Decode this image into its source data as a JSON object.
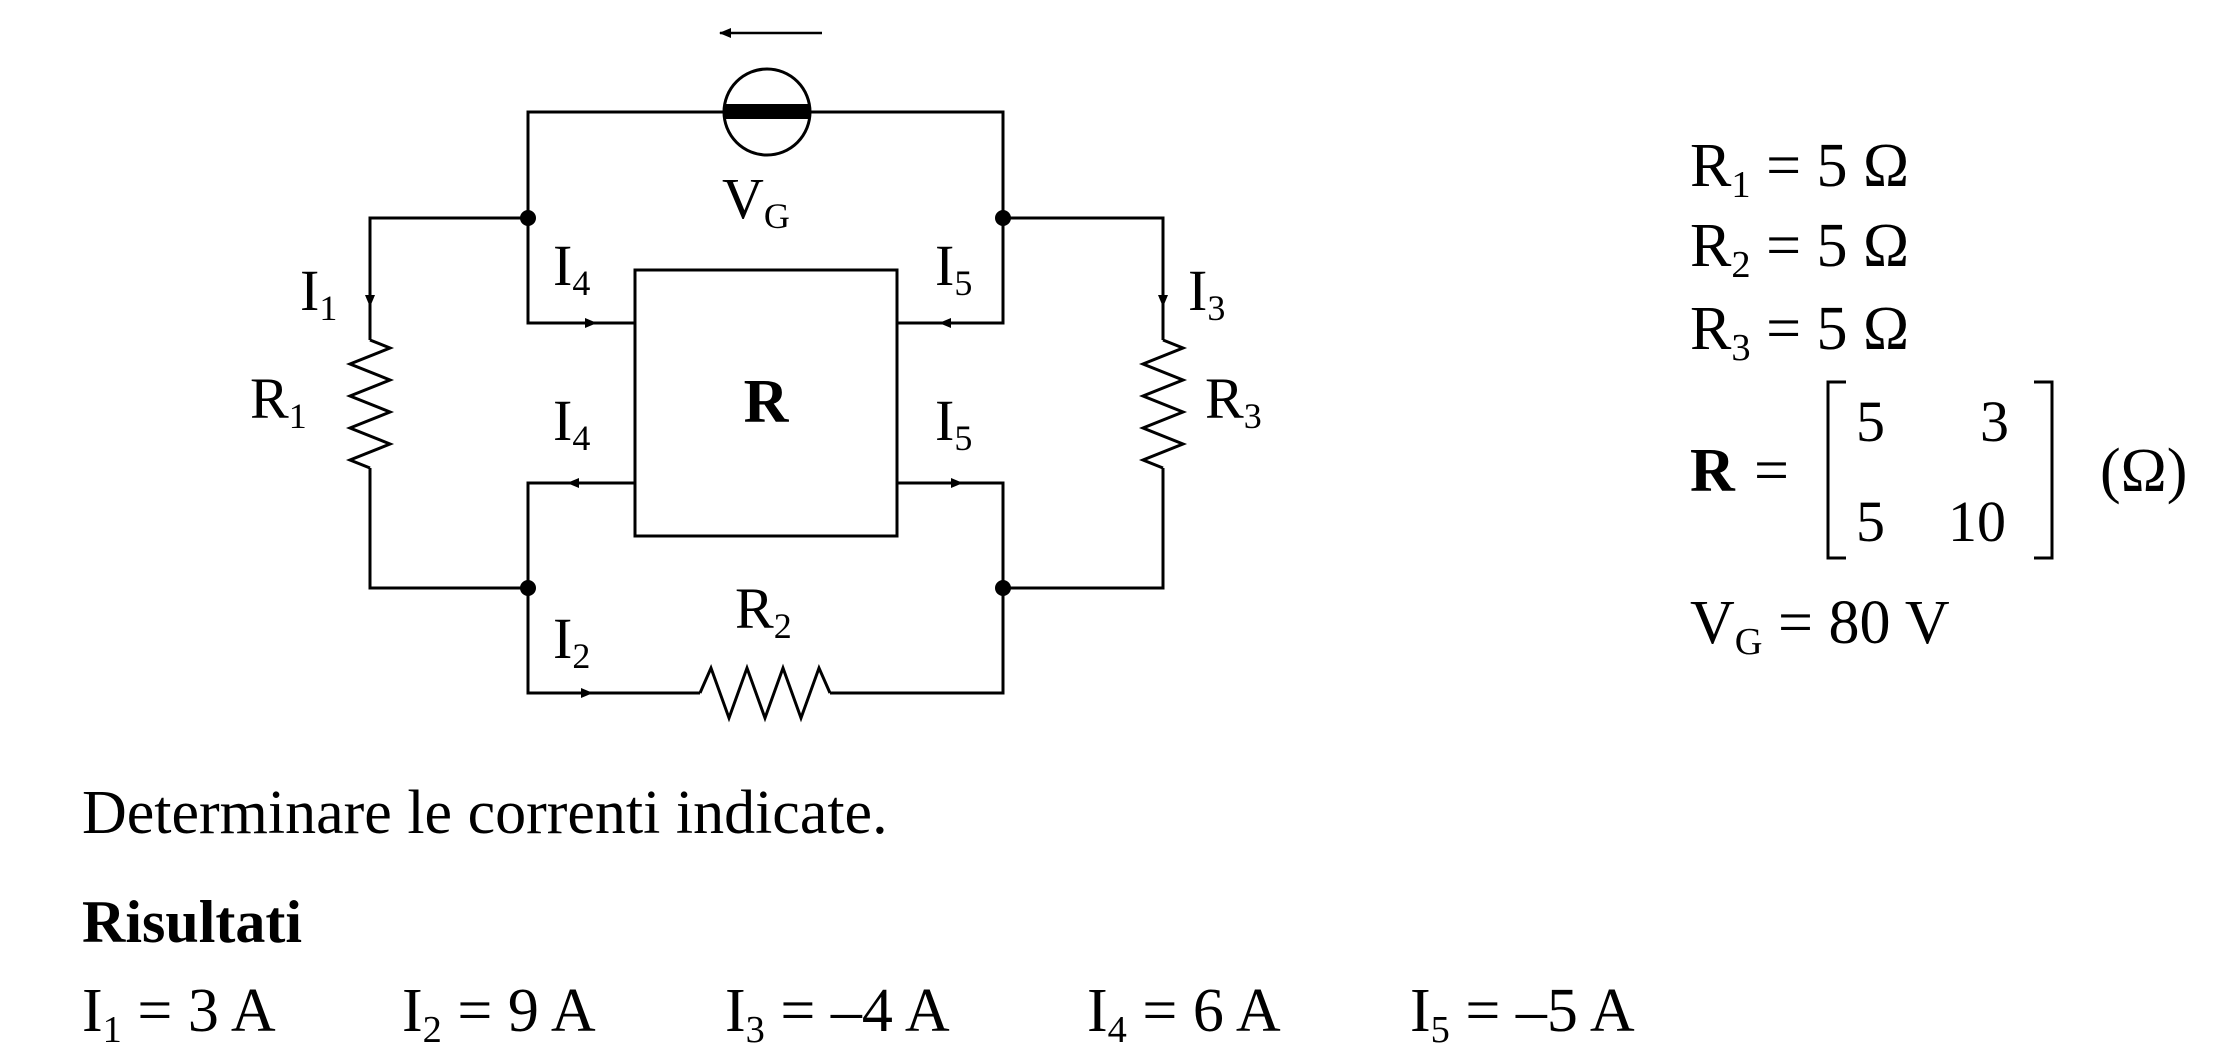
{
  "diagram": {
    "labels": {
      "vg": {
        "main": "V",
        "sub": "G"
      },
      "i1": {
        "main": "I",
        "sub": "1"
      },
      "i2": {
        "main": "I",
        "sub": "2"
      },
      "i3": {
        "main": "I",
        "sub": "3"
      },
      "i4": {
        "main": "I",
        "sub": "4"
      },
      "i5": {
        "main": "I",
        "sub": "5"
      },
      "r1": {
        "main": "R",
        "sub": "1"
      },
      "r2": {
        "main": "R",
        "sub": "2"
      },
      "r3": {
        "main": "R",
        "sub": "3"
      },
      "box": "R"
    }
  },
  "given": {
    "r1": {
      "main": "R",
      "sub": "1",
      "value": " = 5 Ω"
    },
    "r2": {
      "main": "R",
      "sub": "2",
      "value": " = 5 Ω"
    },
    "r3": {
      "main": "R",
      "sub": "3",
      "value": " = 5 Ω"
    },
    "matrix": {
      "symbol": "R",
      "eq": "=",
      "cells": [
        "5",
        "3",
        "5",
        "10"
      ],
      "unit": "(Ω)"
    },
    "vg": {
      "main": "V",
      "sub": "G",
      "value": " = 80 V"
    }
  },
  "question": "Determinare le correnti indicate.",
  "results": {
    "title": "Risultati",
    "items": [
      {
        "main": "I",
        "sub": "1",
        "value": " = 3 A"
      },
      {
        "main": "I",
        "sub": "2",
        "value": " = 9 A"
      },
      {
        "main": "I",
        "sub": "3",
        "value": " = –4 A"
      },
      {
        "main": "I",
        "sub": "4",
        "value": " = 6 A"
      },
      {
        "main": "I",
        "sub": "5",
        "value": " = –5 A"
      }
    ]
  }
}
